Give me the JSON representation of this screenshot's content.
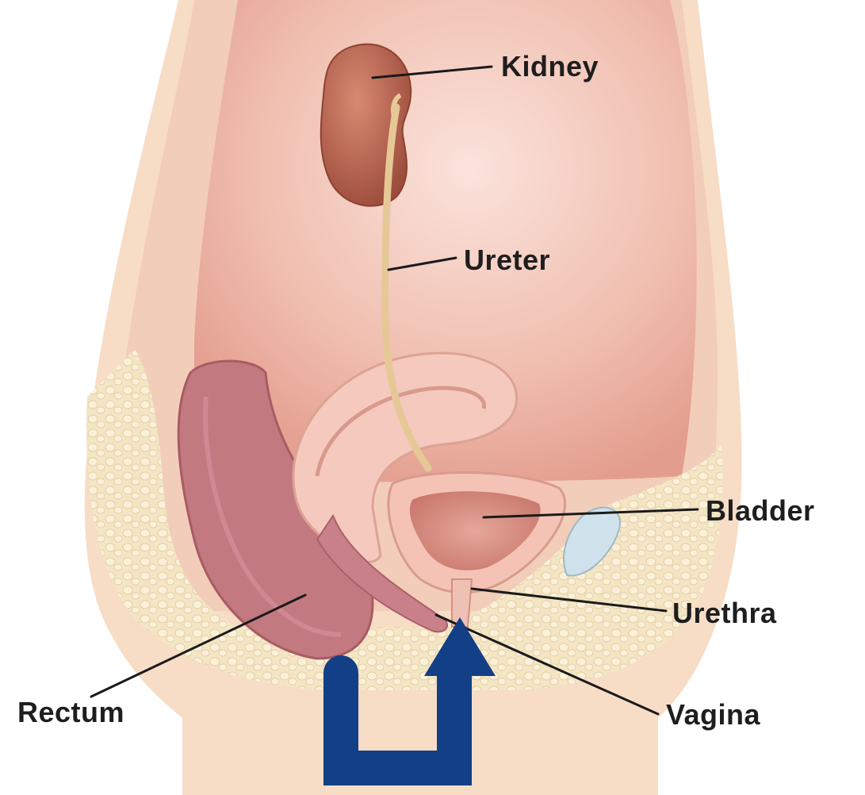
{
  "labels": {
    "kidney": "Kidney",
    "ureter": "Ureter",
    "bladder": "Bladder",
    "urethra": "Urethra",
    "vagina": "Vagina",
    "rectum": "Rectum"
  },
  "colors": {
    "skin": "#f7dcc6",
    "abdomen": "#f1c3b5",
    "kidney": "#b9654f",
    "ureter": "#e7c99b",
    "rectum": "#c47c82",
    "uterus": "#f6cabd",
    "fat": "#f3e3bf",
    "arrow": "#123f86"
  },
  "arrow": {
    "icon": "u-turn-arrow-icon"
  }
}
